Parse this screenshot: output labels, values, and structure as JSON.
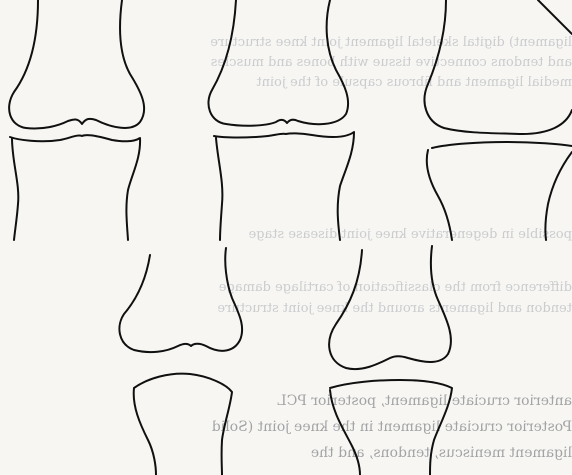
{
  "bleed_through": {
    "block_1": [
      "ligament) digital skeletal ligament joint knee structure",
      "and tendons connective tissue with bones and muscles",
      "medial ligament and fibrous capsule of the joint"
    ],
    "line_2": "possible in degenerative knee joint disease stage",
    "line_3": "difference from the classification of cartilage damage",
    "line_4": "tendon and ligaments around the knee joint structure",
    "block_2": [
      "anterior cruciate ligament, posterior PCL",
      "Posterior cruciate ligament in the knee joint (Solid",
      "ligament meniscus, tendons, and the"
    ]
  }
}
